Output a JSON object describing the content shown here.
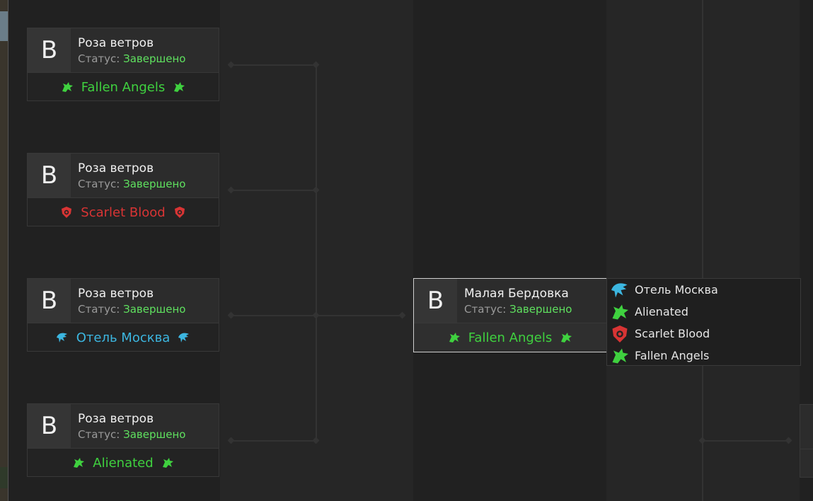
{
  "matches": [
    {
      "letter": "B",
      "location": "Роза ветров",
      "status_label": "Статус:",
      "status_value": "Завершено",
      "winner": "Fallen Angels",
      "winner_color": "#3fd13f",
      "winner_icon": "dragon-icon"
    },
    {
      "letter": "B",
      "location": "Роза ветров",
      "status_label": "Статус:",
      "status_value": "Завершено",
      "winner": "Scarlet Blood",
      "winner_color": "#d83434",
      "winner_icon": "shield-icon"
    },
    {
      "letter": "B",
      "location": "Роза ветров",
      "status_label": "Статус:",
      "status_value": "Завершено",
      "winner": "Отель Москва",
      "winner_color": "#3cb6e0",
      "winner_icon": "eagle-icon"
    },
    {
      "letter": "B",
      "location": "Роза ветров",
      "status_label": "Статус:",
      "status_value": "Завершено",
      "winner": "Alienated",
      "winner_color": "#3fd13f",
      "winner_icon": "dragon-icon"
    }
  ],
  "active_match": {
    "letter": "B",
    "location": "Малая Бердовка",
    "status_label": "Статус:",
    "status_value": "Завершено",
    "winner": "Fallen Angels",
    "winner_color": "#3fd13f",
    "winner_icon": "dragon-icon"
  },
  "participants": [
    {
      "name": "Отель Москва",
      "icon": "eagle-icon",
      "color": "#3cb6e0"
    },
    {
      "name": "Alienated",
      "icon": "dragon-icon",
      "color": "#3fd13f"
    },
    {
      "name": "Scarlet Blood",
      "icon": "shield-icon",
      "color": "#d83434"
    },
    {
      "name": "Fallen Angels",
      "icon": "dragon-icon",
      "color": "#3fd13f"
    }
  ]
}
